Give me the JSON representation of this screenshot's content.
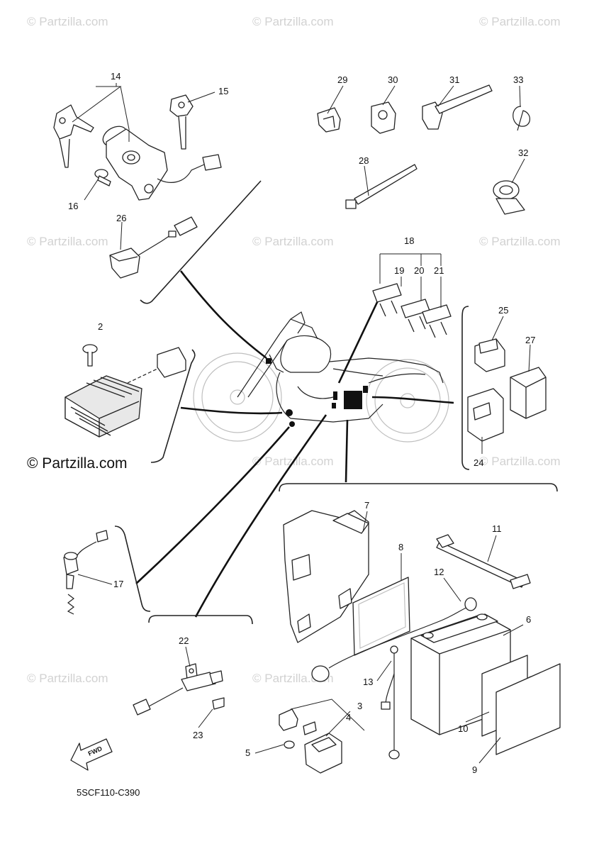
{
  "watermark": {
    "text": "© Partzilla.com",
    "main_text": "© Partzilla.com"
  },
  "diagram_code": "5SCF110-C390",
  "fwd_label": "FWD",
  "callouts": [
    "14",
    "15",
    "16",
    "26",
    "29",
    "30",
    "31",
    "33",
    "28",
    "32",
    "18",
    "19",
    "20",
    "21",
    "2",
    "25",
    "27",
    "24",
    "7",
    "8",
    "11",
    "12",
    "6",
    "17",
    "22",
    "3",
    "4",
    "5",
    "13",
    "10",
    "9",
    "23"
  ]
}
